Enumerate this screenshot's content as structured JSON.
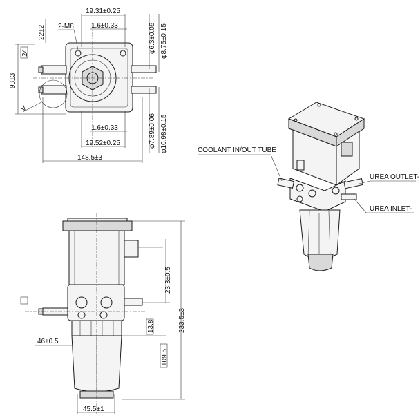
{
  "top_view": {
    "dims": {
      "w_19_31": "19.31±0.25",
      "thread": "2-M8",
      "d_1_6_top": "1.6±0.33",
      "d_22": "22±2",
      "d_24": "24",
      "d_93": "93±3",
      "phi_6_3": "φ6.3±0.06",
      "phi_8_75": "φ8.75±0.15",
      "d_1_6_bottom": "1.6±0.33",
      "w_19_52": "19.52±0.25",
      "phi_7_89": "φ7.89±0.06",
      "phi_10_98": "φ10.98±0.15",
      "w_148_5": "148.5±3"
    }
  },
  "iso_view": {
    "labels": {
      "coolant": "COOLANT IN/OUT TUBE",
      "urea_outlet": "UREA OUTLET-",
      "urea_inlet": "UREA INLET-"
    }
  },
  "front_view": {
    "dims": {
      "d_23_3": "23.3±0.5",
      "d_233_5": "233.5±3",
      "d_13_8": "13.8",
      "d_46": "46±0.5",
      "d_109_5": "109.5",
      "d_45_5": "45.5±1"
    }
  }
}
